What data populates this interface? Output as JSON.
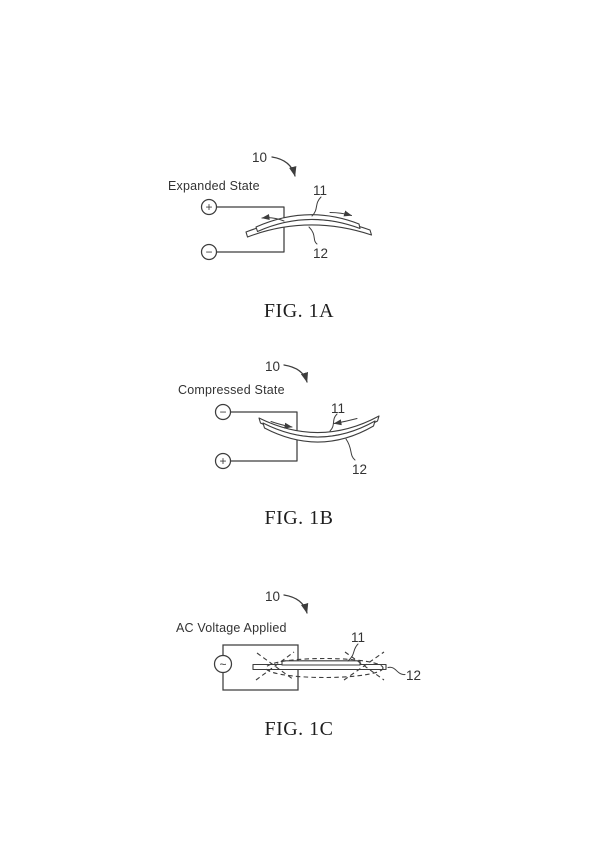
{
  "palette": {
    "background": "#ffffff",
    "line": "#3d3d3d",
    "label_text": "#333333",
    "caption_text": "#1e1e1e"
  },
  "figures": [
    {
      "caption": "FIG. 1A",
      "state_label": "Expanded State",
      "ref_assembly": "10",
      "ref_first_layer": "11",
      "ref_second_layer": "12",
      "source_top_symbol": "+",
      "source_bottom_symbol": "−"
    },
    {
      "caption": "FIG. 1B",
      "state_label": "Compressed State",
      "ref_assembly": "10",
      "ref_first_layer": "11",
      "ref_second_layer": "12",
      "source_top_symbol": "−",
      "source_bottom_symbol": "+"
    },
    {
      "caption": "FIG. 1C",
      "state_label": "AC Voltage Applied",
      "ref_assembly": "10",
      "ref_first_layer": "11",
      "ref_second_layer": "12",
      "source_symbol": "~"
    }
  ]
}
